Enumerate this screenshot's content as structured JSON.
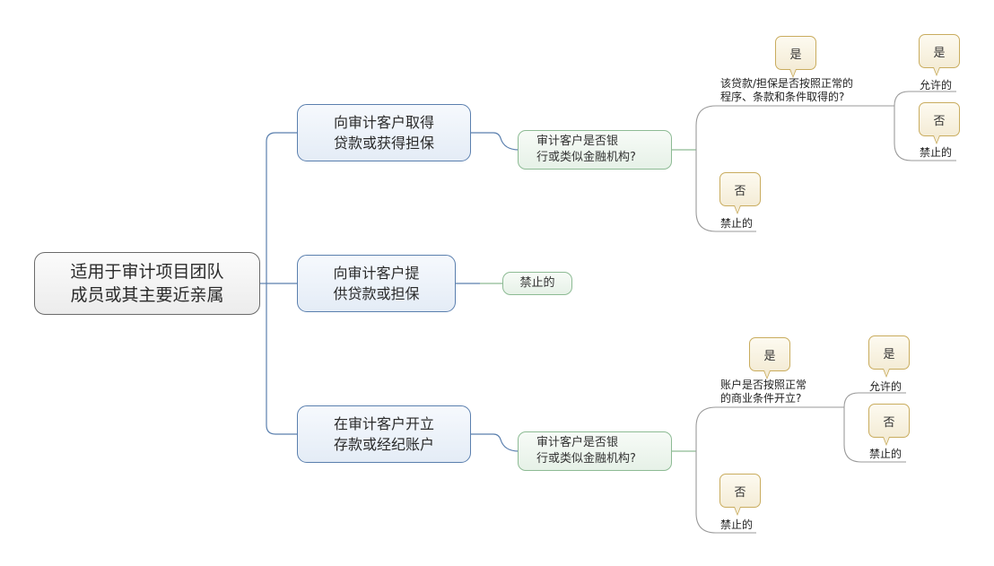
{
  "root": {
    "line1": "适用于审计项目团队",
    "line2": "成员或其主要近亲属"
  },
  "branches": [
    {
      "line1": "向审计客户取得",
      "line2": "贷款或获得担保",
      "question": {
        "line1": "审计客户是否银",
        "line2": "行或类似金融机构?"
      },
      "yes_callout": "是",
      "sub_question": {
        "line1": "该贷款/担保是否按照正常的",
        "line2": "程序、条款和条件取得的?"
      },
      "sub_yes_callout": "是",
      "sub_yes_result": "允许的",
      "sub_no_callout": "否",
      "sub_no_result": "禁止的",
      "no_callout": "否",
      "no_result": "禁止的"
    },
    {
      "line1": "向审计客户提",
      "line2": "供贷款或担保",
      "result": "禁止的"
    },
    {
      "line1": "在审计客户开立",
      "line2": "存款或经纪账户",
      "question": {
        "line1": "审计客户是否银",
        "line2": "行或类似金融机构?"
      },
      "yes_callout": "是",
      "sub_question": {
        "line1": "账户是否按照正常",
        "line2": "的商业条件开立?"
      },
      "sub_yes_callout": "是",
      "sub_yes_result": "允许的",
      "sub_no_callout": "否",
      "sub_no_result": "禁止的",
      "no_callout": "否",
      "no_result": "禁止的"
    }
  ],
  "colors": {
    "root_border": "#6a6a6a",
    "main_border": "#5a7fae",
    "question_border": "#8dbb94",
    "callout_border": "#c9ac5e",
    "connector_blue": "#5a7fae",
    "connector_green": "#8dbb94",
    "connector_gray": "#9a9a9a"
  }
}
